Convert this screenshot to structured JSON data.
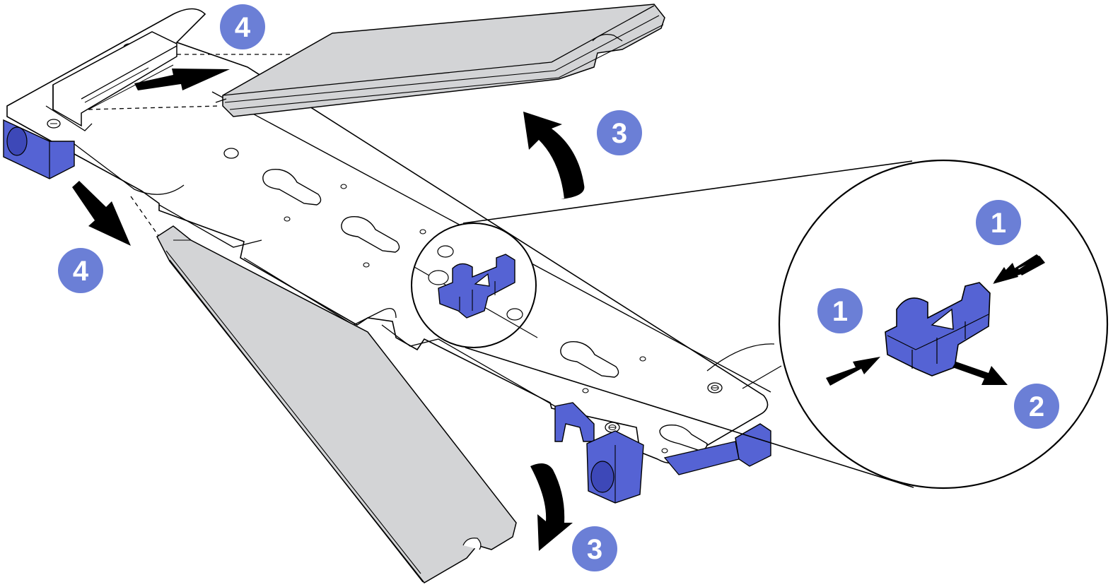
{
  "colors": {
    "callout_fill": "#6b7fd6",
    "latch_blue": "#5563d4",
    "latch_blue_dark": "#3d48b8",
    "drive_gray": "#d3d4d6",
    "outline": "#000000",
    "arrow": "#000000"
  },
  "callouts": {
    "step4_top": "4",
    "step4_left": "4",
    "step3_top": "3",
    "step3_bottom": "3",
    "step1_top": "1",
    "step1_left": "1",
    "step2": "2"
  },
  "icons": {
    "arrow": "black-arrow-icon",
    "curved_arrow": "curved-arrow-icon",
    "latch": "retainer-latch-icon",
    "screw": "screw-icon"
  }
}
